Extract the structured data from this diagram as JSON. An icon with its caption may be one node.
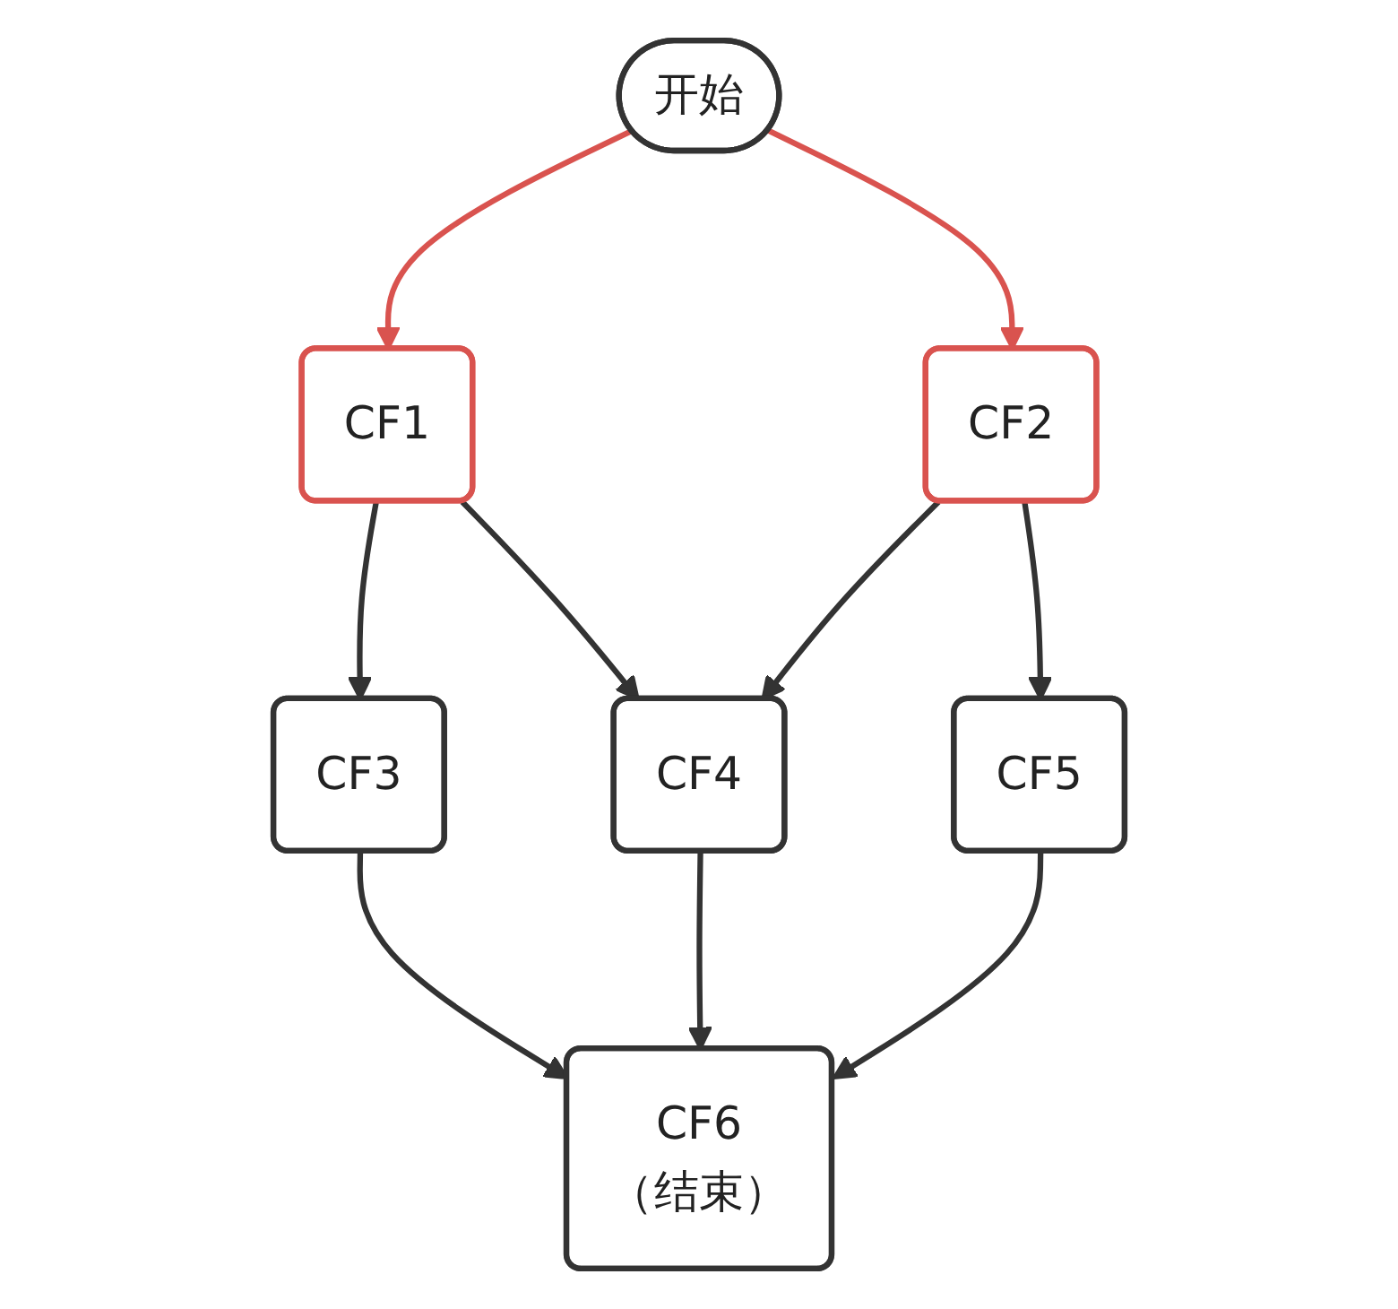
{
  "diagram": {
    "nodes": [
      {
        "text": [
          "开始"
        ]
      },
      {
        "text": [
          "CF1"
        ]
      },
      {
        "text": [
          "CF2"
        ]
      },
      {
        "text": [
          "CF3"
        ]
      },
      {
        "text": [
          "CF4"
        ]
      },
      {
        "text": [
          "CF5"
        ]
      },
      {
        "text": [
          "CF6",
          "（结束）"
        ]
      }
    ],
    "edges": [
      {
        "from": 0,
        "to": 1,
        "arrow": "to",
        "color": "#d9534f"
      },
      {
        "from": 0,
        "to": 2,
        "arrow": "to",
        "color": "#d9534f"
      },
      {
        "from": 1,
        "to": 3,
        "arrow": "to"
      },
      {
        "from": 1,
        "to": 4,
        "arrow": "to"
      },
      {
        "from": 2,
        "to": 4,
        "arrow": "to"
      },
      {
        "from": 2,
        "to": 5,
        "arrow": "to"
      },
      {
        "from": 3,
        "to": 6,
        "arrow": "to"
      },
      {
        "from": 4,
        "to": 6,
        "arrow": "to"
      },
      {
        "from": 5,
        "to": 6,
        "arrow": "to"
      }
    ]
  }
}
